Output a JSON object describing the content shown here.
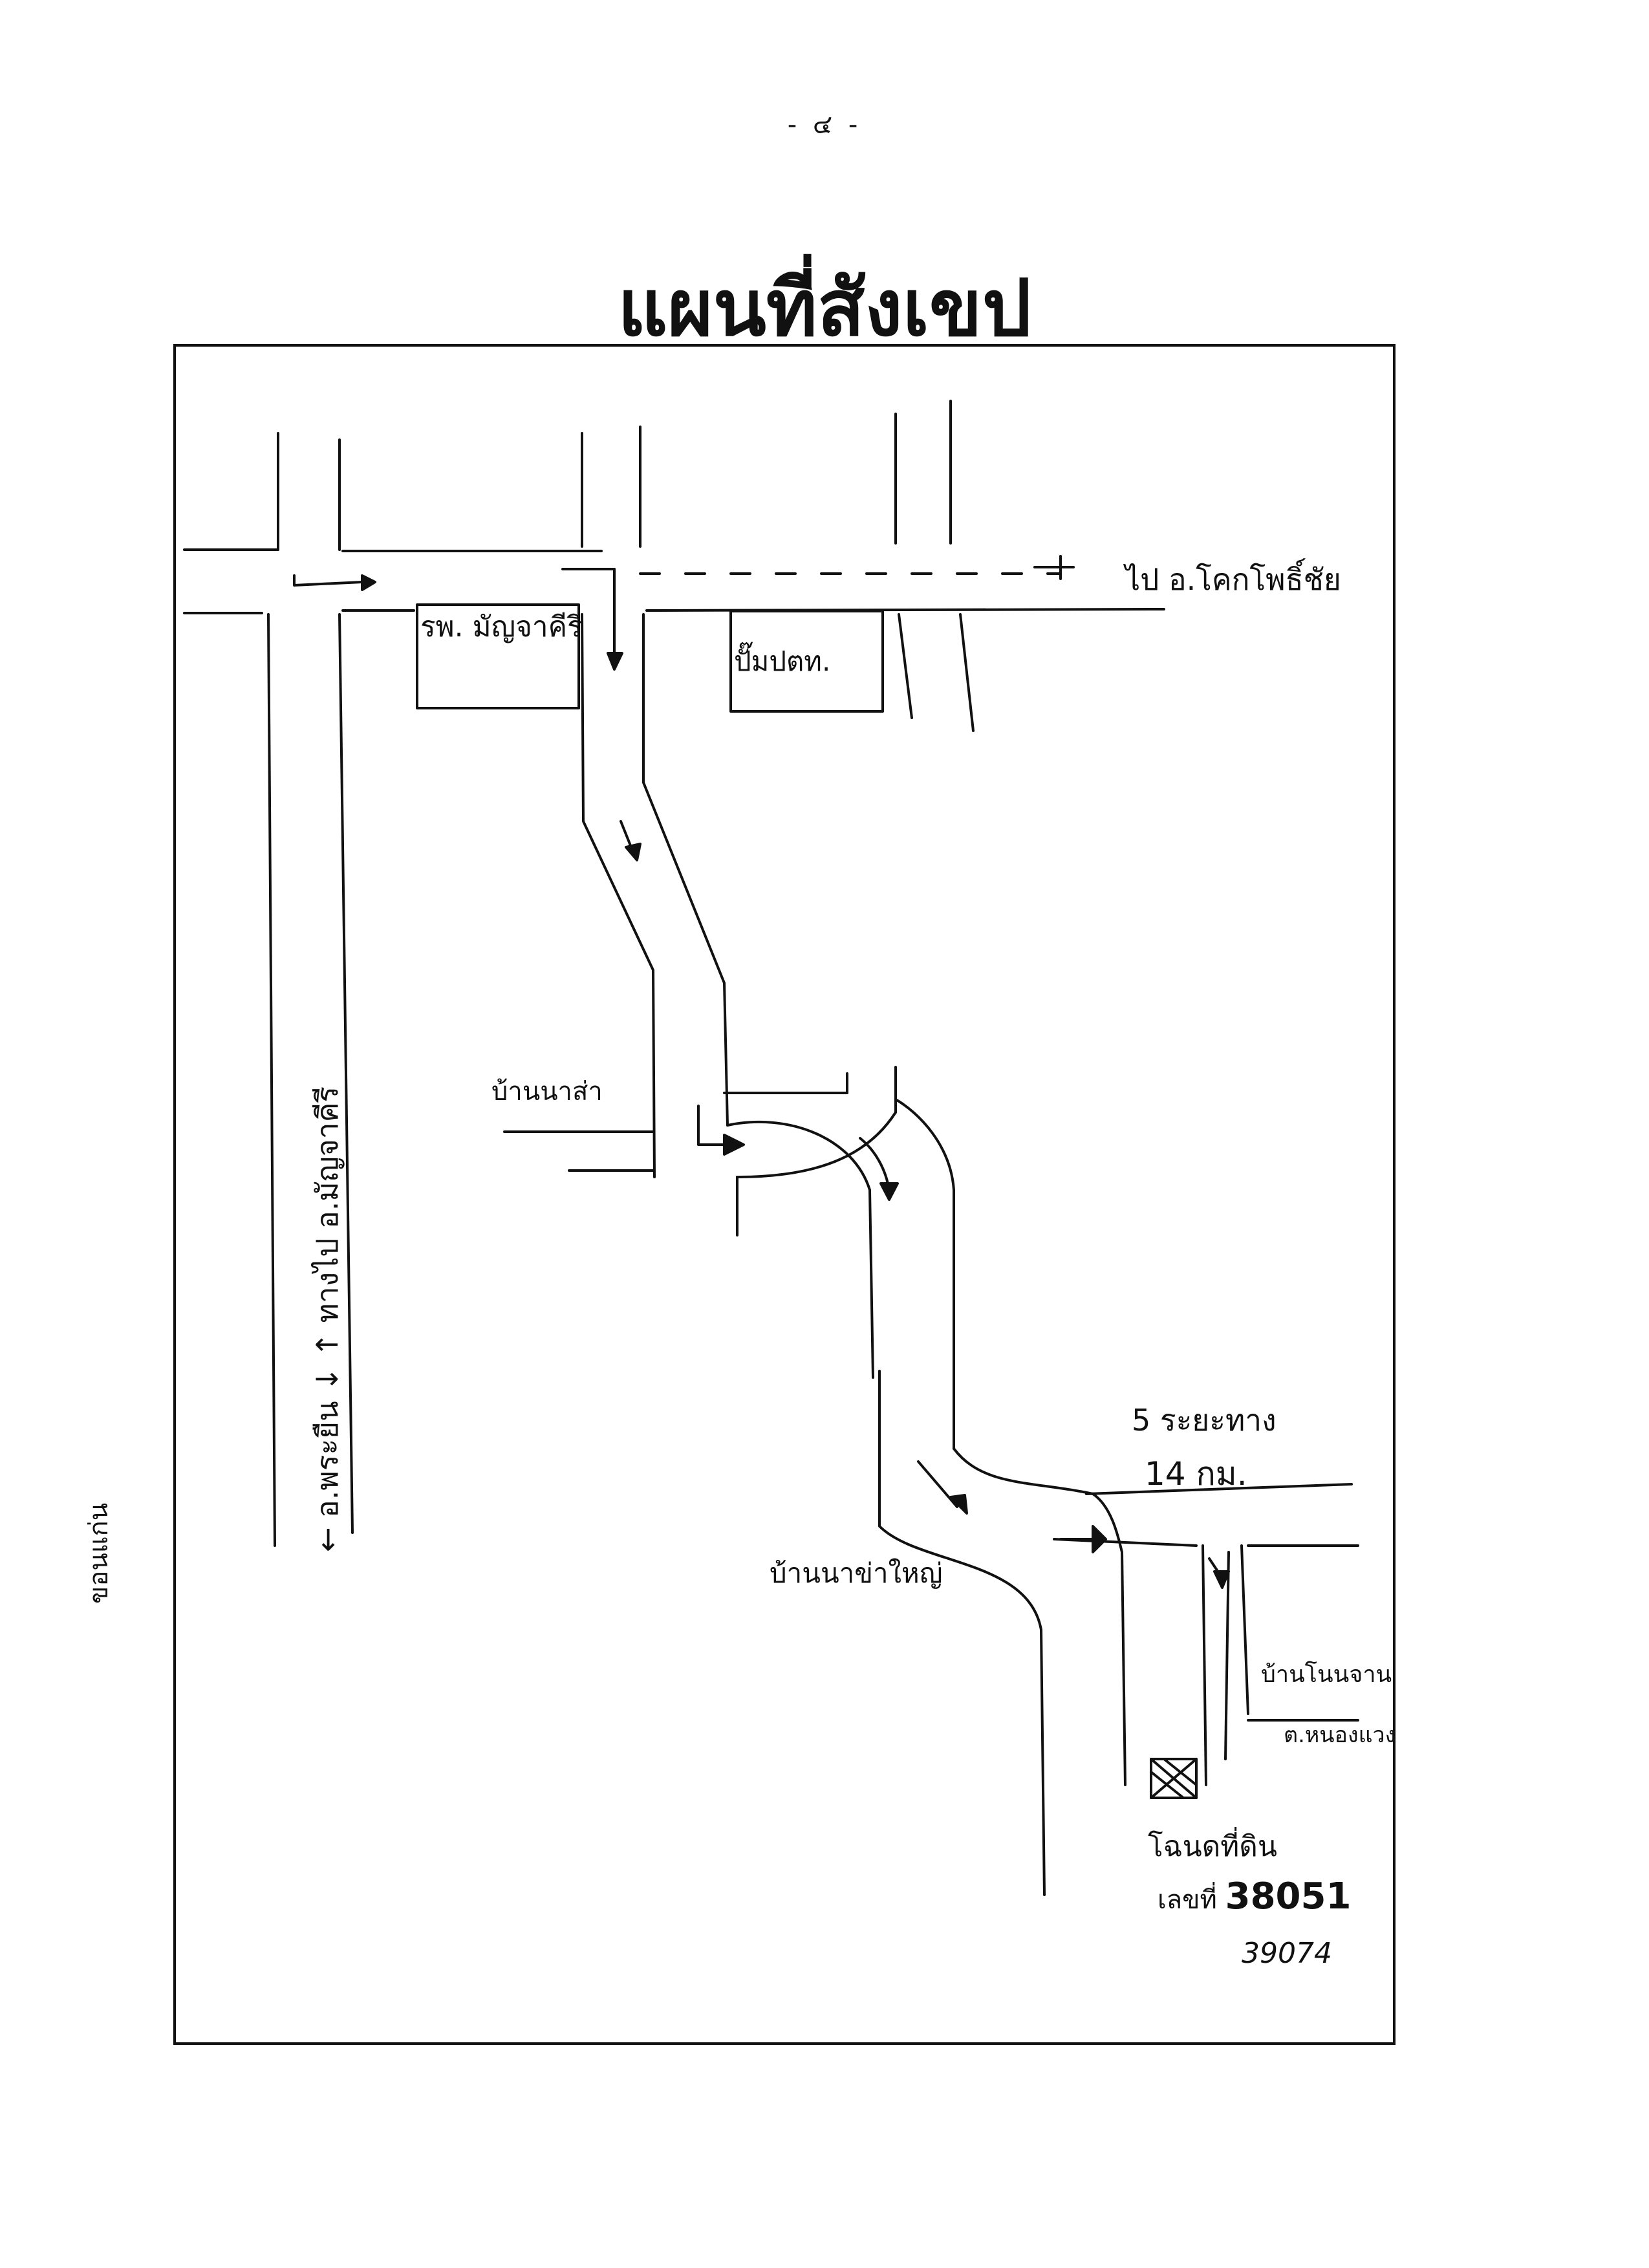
{
  "page_number": "- ๔ -",
  "title": "แผนที่สังเขป",
  "map": {
    "labels": {
      "hospital": "รพ. มัญจาคีรี",
      "gas_station": "ปั๊มปตท.",
      "to_kok_pho_chai": "ไป อ.โคกโพธิ์ชัย",
      "ban_na_sa": "บ้านนาส่า",
      "distance_line1": "5 ระยะทาง",
      "distance_line2": "14 กม.",
      "ban_na_kha_yai": "บ้านนาข่าใหญ่",
      "ban_non_jan": "บ้านโนนจาน",
      "tambon": "ต.หนองแวง",
      "khon_kaen": "ขอนแก่น",
      "road_left": "← อ.พระยืน ↓ ↑ ทางไป อ.มัญจาคีรี",
      "plot_label": "โฉนดที่ดิน",
      "deed_prefix": "เลขที่",
      "deed_no": "38051",
      "second_no": "39074"
    },
    "icons": {
      "plot": "land-plot-marker-icon",
      "arrow": "route-arrow-icon"
    }
  }
}
